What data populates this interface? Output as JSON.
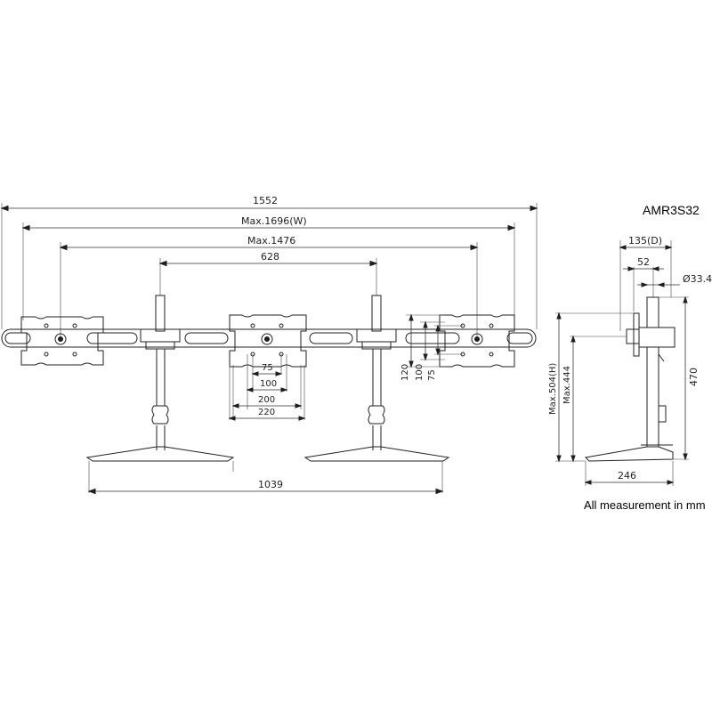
{
  "model": "AMR3S32",
  "note": "All measurement in mm",
  "front_view": {
    "overall_width": "1552",
    "max_width": "Max.1696(W)",
    "max_span": "Max.1476",
    "pole_spacing": "628",
    "base_width": "1039",
    "vesa_small": "75",
    "vesa_large": "100",
    "plate_inner": "200",
    "plate_outer": "220",
    "vert_120": "120",
    "vert_100": "100",
    "vert_75": "75"
  },
  "side_view": {
    "depth": "135(D)",
    "offset": "52",
    "pole_diameter": "Ø33.4",
    "max_height": "Max.504(H)",
    "max_444": "Max.444",
    "pole_height": "470",
    "base_depth": "246"
  }
}
